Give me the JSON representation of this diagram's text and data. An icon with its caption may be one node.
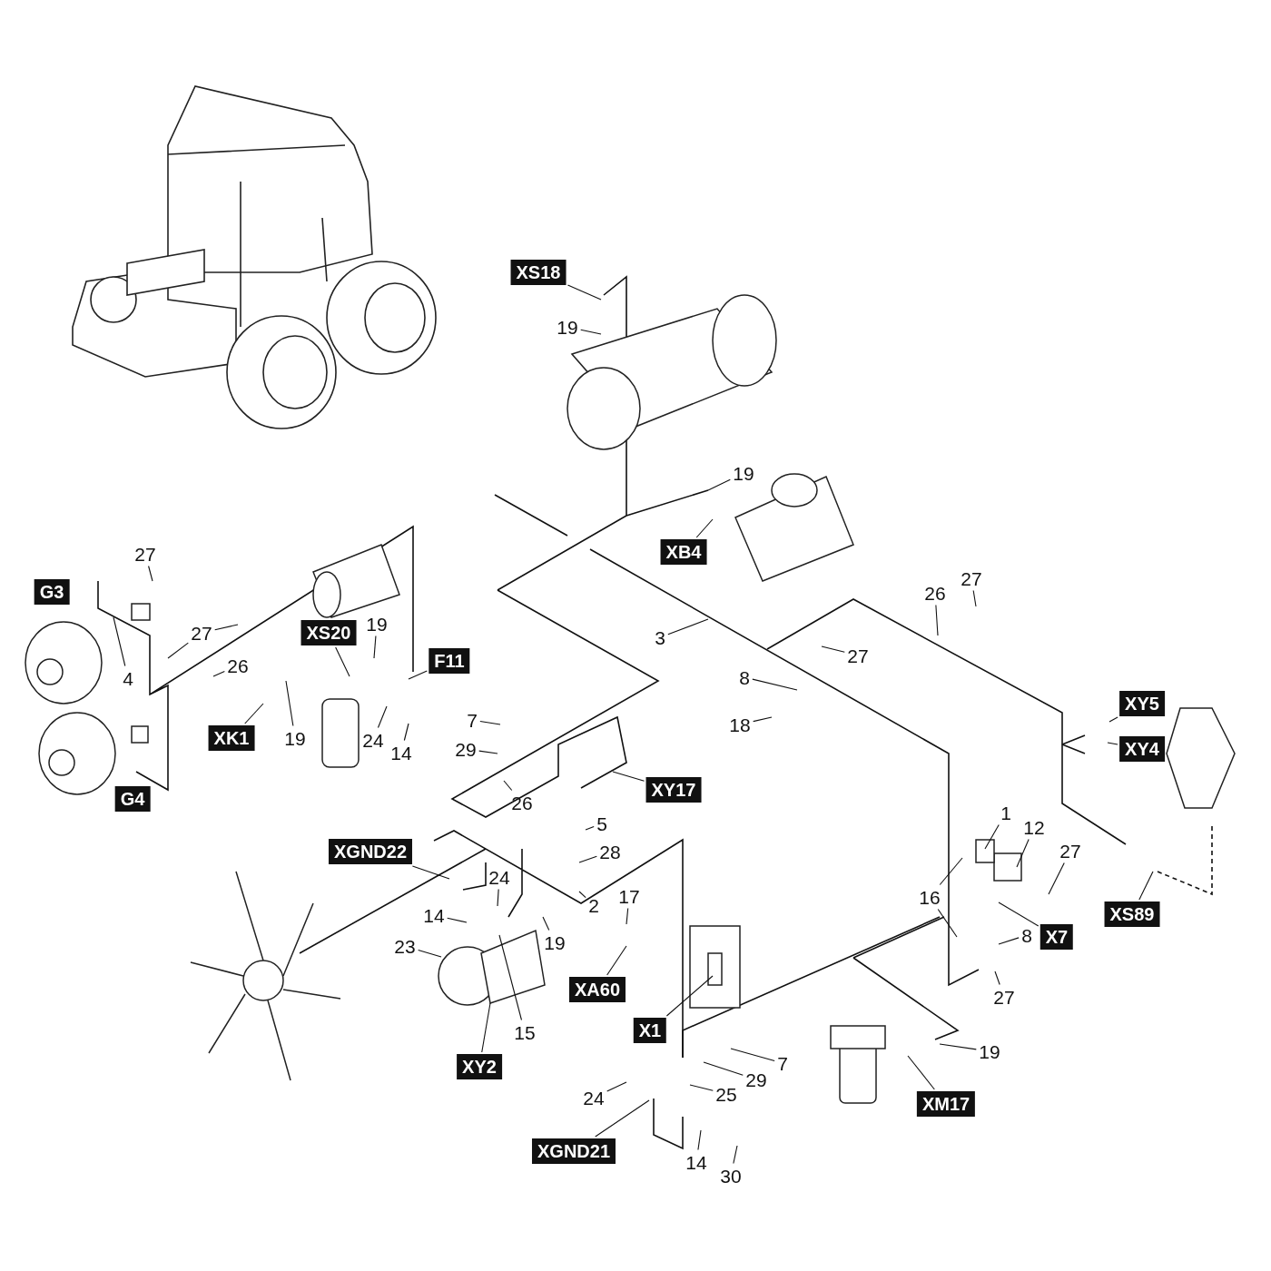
{
  "diagram": {
    "nodes": [
      {
        "text": [
          "XS18"
        ]
      },
      {
        "text": [
          "19"
        ]
      },
      {
        "text": [
          "19"
        ]
      },
      {
        "text": [
          "XB4"
        ]
      },
      {
        "text": [
          "27"
        ]
      },
      {
        "text": [
          "27"
        ]
      },
      {
        "text": [
          "26"
        ]
      },
      {
        "text": [
          "27"
        ]
      },
      {
        "text": [
          "XS20"
        ]
      },
      {
        "text": [
          "19"
        ]
      },
      {
        "text": [
          "3"
        ]
      },
      {
        "text": [
          "27"
        ]
      },
      {
        "text": [
          "F11"
        ]
      },
      {
        "text": [
          "26"
        ]
      },
      {
        "text": [
          "4"
        ]
      },
      {
        "text": [
          "8"
        ]
      },
      {
        "text": [
          "XY5"
        ]
      },
      {
        "text": [
          "7"
        ]
      },
      {
        "text": [
          "18"
        ]
      },
      {
        "text": [
          "XK1"
        ]
      },
      {
        "text": [
          "19"
        ]
      },
      {
        "text": [
          "24"
        ]
      },
      {
        "text": [
          "14"
        ]
      },
      {
        "text": [
          "XY4"
        ]
      },
      {
        "text": [
          "29"
        ]
      },
      {
        "text": [
          "XY17"
        ]
      },
      {
        "text": [
          "26"
        ]
      },
      {
        "text": [
          "1"
        ]
      },
      {
        "text": [
          "5"
        ]
      },
      {
        "text": [
          "12"
        ]
      },
      {
        "text": [
          "XGND22"
        ]
      },
      {
        "text": [
          "27"
        ]
      },
      {
        "text": [
          "28"
        ]
      },
      {
        "text": [
          "16"
        ]
      },
      {
        "text": [
          "24"
        ]
      },
      {
        "text": [
          "17"
        ]
      },
      {
        "text": [
          "2"
        ]
      },
      {
        "text": [
          "XS89"
        ]
      },
      {
        "text": [
          "14"
        ]
      },
      {
        "text": [
          "X7"
        ]
      },
      {
        "text": [
          "8"
        ]
      },
      {
        "text": [
          "23"
        ]
      },
      {
        "text": [
          "19"
        ]
      },
      {
        "text": [
          "XA60"
        ]
      },
      {
        "text": [
          "X1"
        ]
      },
      {
        "text": [
          "27"
        ]
      },
      {
        "text": [
          "15"
        ]
      },
      {
        "text": [
          "19"
        ]
      },
      {
        "text": [
          "XY2"
        ]
      },
      {
        "text": [
          "7"
        ]
      },
      {
        "text": [
          "29"
        ]
      },
      {
        "text": [
          "24"
        ]
      },
      {
        "text": [
          "25"
        ]
      },
      {
        "text": [
          "XM17"
        ]
      },
      {
        "text": [
          "XGND21"
        ]
      },
      {
        "text": [
          "14"
        ]
      },
      {
        "text": [
          "30"
        ]
      },
      {
        "text": [
          "G3"
        ]
      },
      {
        "text": [
          "G4"
        ]
      }
    ],
    "edges": [
      {
        "from": 0,
        "to": null,
        "arrow": "none"
      },
      {
        "from": 1,
        "to": null,
        "arrow": "none"
      },
      {
        "from": 2,
        "to": null,
        "arrow": "none"
      },
      {
        "from": 3,
        "to": null,
        "arrow": "none"
      },
      {
        "from": 4,
        "to": null,
        "arrow": "none"
      },
      {
        "from": 5,
        "to": null,
        "arrow": "none"
      },
      {
        "from": 6,
        "to": null,
        "arrow": "none"
      },
      {
        "from": 7,
        "to": null,
        "arrow": "none"
      },
      {
        "from": 8,
        "to": null,
        "arrow": "none"
      },
      {
        "from": 9,
        "to": null,
        "arrow": "none"
      },
      {
        "from": 10,
        "to": null,
        "arrow": "none"
      },
      {
        "from": 11,
        "to": null,
        "arrow": "none"
      },
      {
        "from": 12,
        "to": null,
        "arrow": "none"
      },
      {
        "from": 13,
        "to": null,
        "arrow": "none"
      },
      {
        "from": 14,
        "to": null,
        "arrow": "none"
      },
      {
        "from": 15,
        "to": null,
        "arrow": "none"
      },
      {
        "from": 16,
        "to": null,
        "arrow": "none"
      },
      {
        "from": 17,
        "to": null,
        "arrow": "none"
      },
      {
        "from": 18,
        "to": null,
        "arrow": "none"
      },
      {
        "from": 19,
        "to": null,
        "arrow": "none"
      },
      {
        "from": 20,
        "to": null,
        "arrow": "none"
      },
      {
        "from": 21,
        "to": null,
        "arrow": "none"
      },
      {
        "from": 22,
        "to": null,
        "arrow": "none"
      },
      {
        "from": 23,
        "to": null,
        "arrow": "none"
      },
      {
        "from": 24,
        "to": null,
        "arrow": "none"
      },
      {
        "from": 25,
        "to": null,
        "arrow": "none"
      },
      {
        "from": 26,
        "to": null,
        "arrow": "none"
      },
      {
        "from": 27,
        "to": null,
        "arrow": "none"
      },
      {
        "from": 28,
        "to": null,
        "arrow": "none"
      },
      {
        "from": 29,
        "to": null,
        "arrow": "none"
      },
      {
        "from": 30,
        "to": null,
        "arrow": "none"
      },
      {
        "from": 31,
        "to": null,
        "arrow": "none"
      },
      {
        "from": 32,
        "to": null,
        "arrow": "none"
      },
      {
        "from": 33,
        "to": null,
        "arrow": "none"
      },
      {
        "from": 34,
        "to": null,
        "arrow": "none"
      },
      {
        "from": 35,
        "to": null,
        "arrow": "none"
      },
      {
        "from": 36,
        "to": null,
        "arrow": "none"
      },
      {
        "from": 37,
        "to": null,
        "arrow": "none"
      },
      {
        "from": 38,
        "to": null,
        "arrow": "none"
      },
      {
        "from": 39,
        "to": null,
        "arrow": "none"
      },
      {
        "from": 40,
        "to": null,
        "arrow": "none"
      },
      {
        "from": 41,
        "to": null,
        "arrow": "none"
      },
      {
        "from": 42,
        "to": null,
        "arrow": "none"
      },
      {
        "from": 43,
        "to": null,
        "arrow": "none"
      },
      {
        "from": 44,
        "to": null,
        "arrow": "none"
      },
      {
        "from": 45,
        "to": null,
        "arrow": "none"
      },
      {
        "from": 46,
        "to": null,
        "arrow": "none"
      },
      {
        "from": 47,
        "to": null,
        "arrow": "none"
      },
      {
        "from": 48,
        "to": null,
        "arrow": "none"
      },
      {
        "from": 49,
        "to": null,
        "arrow": "none"
      },
      {
        "from": 50,
        "to": null,
        "arrow": "none"
      },
      {
        "from": 51,
        "to": null,
        "arrow": "none"
      },
      {
        "from": 52,
        "to": null,
        "arrow": "none"
      },
      {
        "from": 53,
        "to": null,
        "arrow": "none"
      },
      {
        "from": 54,
        "to": null,
        "arrow": "none"
      },
      {
        "from": 55,
        "to": null,
        "arrow": "none"
      },
      {
        "from": 56,
        "to": null,
        "arrow": "none"
      },
      {
        "from": 7,
        "to": null,
        "arrow": "none"
      },
      {
        "from": 33,
        "to": null,
        "arrow": "none"
      }
    ]
  }
}
